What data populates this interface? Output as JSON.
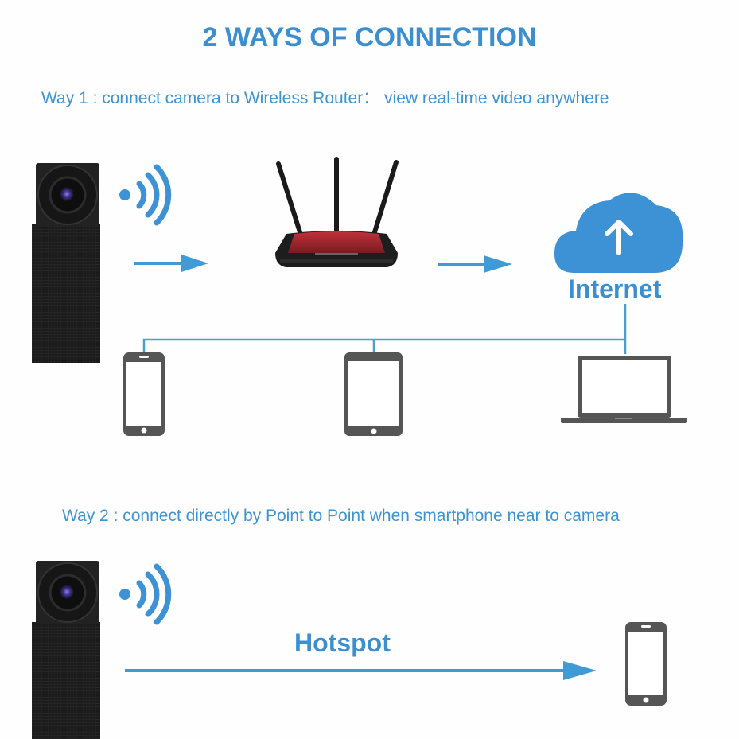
{
  "title": "2 WAYS OF CONNECTION",
  "way1": {
    "caption": "Way 1 : connect camera to Wireless Router： view real-time video anywhere",
    "nodes": [
      "camera",
      "router",
      "cloud"
    ],
    "cloud_label": "Internet",
    "clients": [
      "smartphone",
      "tablet",
      "laptop"
    ]
  },
  "way2": {
    "caption": "Way 2 : connect directly by Point to Point when smartphone near to camera",
    "link_label": "Hotspot",
    "nodes": [
      "camera",
      "smartphone"
    ]
  },
  "colors": {
    "accent": "#3b8fd1",
    "line": "#4aa0c8",
    "device": "#555555",
    "router_red": "#a8282e",
    "camera": "#1d1d1d"
  }
}
